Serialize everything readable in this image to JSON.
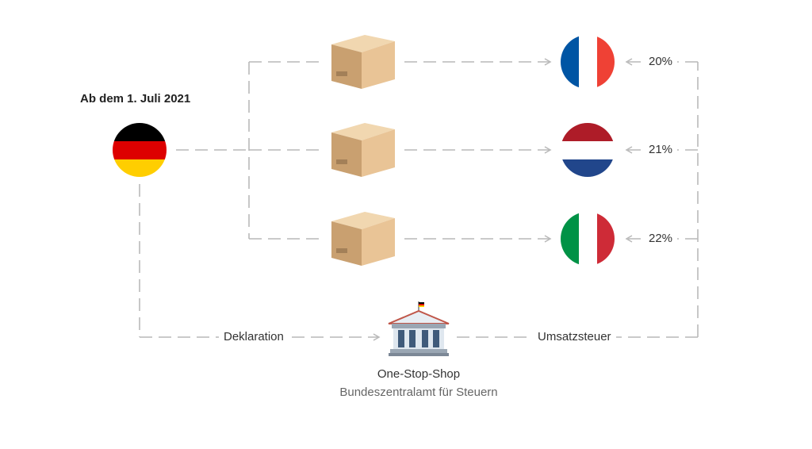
{
  "title": "Ab dem 1. Juli 2021",
  "origin": {
    "country": "Deutschland",
    "flag": [
      "#000000",
      "#dd0000",
      "#ffce00"
    ]
  },
  "destinations": [
    {
      "country": "Frankreich",
      "rate": "20%",
      "flag": [
        "#0055a4",
        "#ffffff",
        "#ef4135"
      ],
      "orientation": "vertical"
    },
    {
      "country": "Niederlande",
      "rate": "21%",
      "flag": [
        "#ae1c28",
        "#ffffff",
        "#21468b"
      ],
      "orientation": "horizontal"
    },
    {
      "country": "Italien",
      "rate": "22%",
      "flag": [
        "#009246",
        "#ffffff",
        "#ce2b37"
      ],
      "orientation": "vertical"
    }
  ],
  "flow_labels": {
    "declaration": "Deklaration",
    "vat": "Umsatzsteuer"
  },
  "office": {
    "name": "One-Stop-Shop",
    "subtitle": "Bundeszentralamt für Steuern"
  },
  "colors": {
    "line": "#b9b9b9",
    "box": "#e9c496",
    "box_dark": "#c9a070"
  },
  "icons": {
    "package": "package-icon",
    "office": "government-building-icon"
  }
}
